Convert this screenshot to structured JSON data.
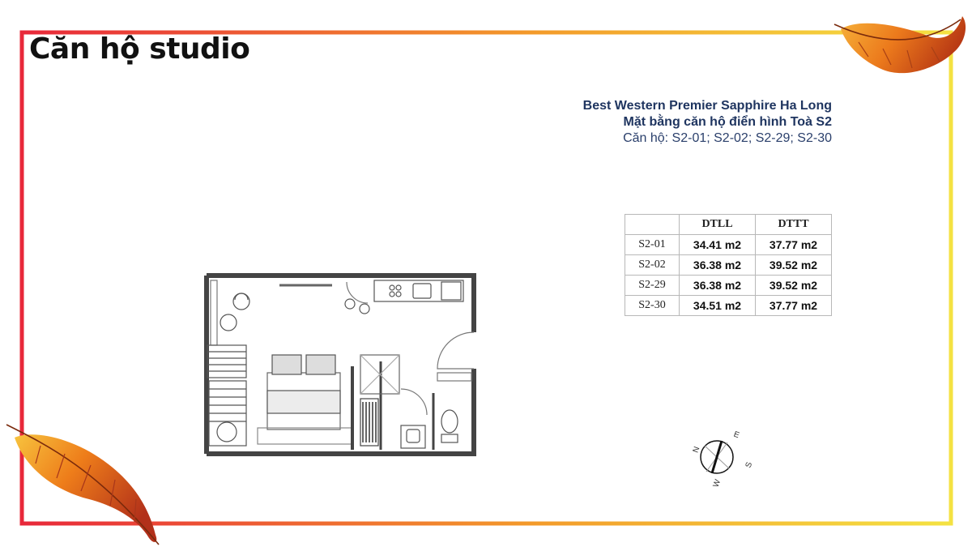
{
  "page": {
    "title": "Căn hộ studio"
  },
  "project": {
    "name": "Best Western Premier Sapphire Ha Long",
    "subtitle": "Mặt bằng căn hộ điển hình Toà S2",
    "units": "Căn hộ: S2-01; S2-02; S2-29; S2-30"
  },
  "area_table": {
    "headers": [
      "",
      "DTLL",
      "DTTT"
    ],
    "rows": [
      {
        "code": "S2-01",
        "dtll": "34.41 m2",
        "dttt": "37.77 m2"
      },
      {
        "code": "S2-02",
        "dtll": "36.38 m2",
        "dttt": "39.52 m2"
      },
      {
        "code": "S2-29",
        "dtll": "36.38 m2",
        "dttt": "39.52 m2"
      },
      {
        "code": "S2-30",
        "dtll": "34.51 m2",
        "dttt": "37.77 m2"
      }
    ]
  },
  "compass": {
    "n": "N",
    "e": "E",
    "s": "S",
    "w": "W"
  },
  "colors": {
    "frame_left": "#e8283a",
    "frame_mid": "#f39a2a",
    "frame_right": "#f4e242",
    "feather_orange": "#ec7a1c",
    "feather_red": "#b93a14",
    "title_navy": "#1f3560"
  },
  "icons": [
    "feather-top-right",
    "feather-bottom-left",
    "compass-rose"
  ]
}
